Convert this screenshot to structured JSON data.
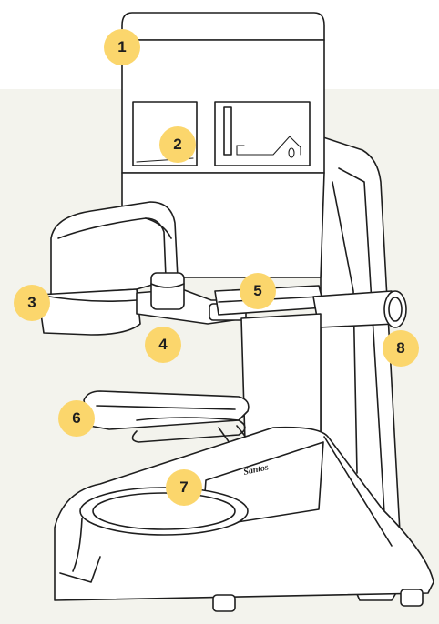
{
  "colors": {
    "background_panel": "#f3f3ed",
    "callout_fill": "#fbd66c",
    "line": "#1e1e1e"
  },
  "brand_logo_text": "Santos",
  "callouts": [
    {
      "label": "1",
      "part": "hopper-lid"
    },
    {
      "label": "2",
      "part": "hopper-window"
    },
    {
      "label": "3",
      "part": "doser-cup"
    },
    {
      "label": "4",
      "part": "doser-arm"
    },
    {
      "label": "5",
      "part": "grind-adjust-collar"
    },
    {
      "label": "6",
      "part": "portafilter-fork"
    },
    {
      "label": "7",
      "part": "drip-tray"
    },
    {
      "label": "8",
      "part": "side-handle"
    }
  ]
}
